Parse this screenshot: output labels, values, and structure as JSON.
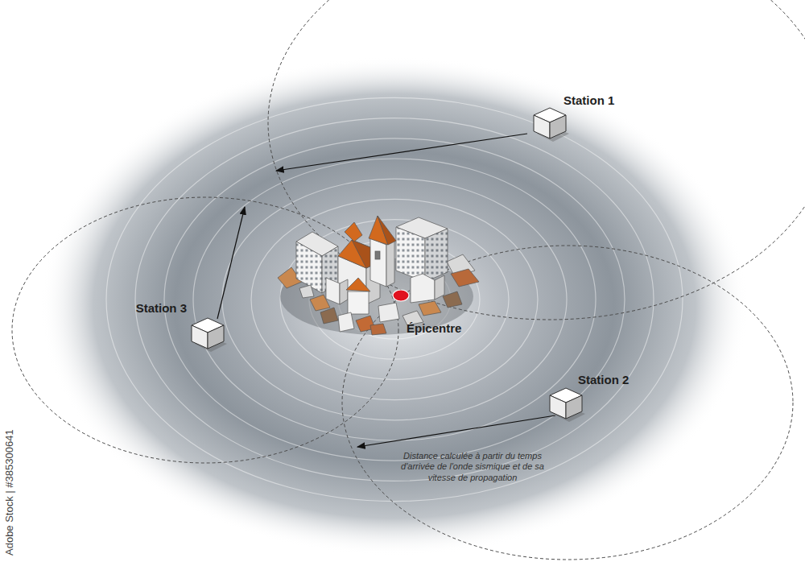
{
  "diagram": {
    "nodes": [
      {
        "text": [
          "Station 1"
        ]
      },
      {
        "text": [
          "Station 3"
        ]
      },
      {
        "text": [
          "Épicentre"
        ]
      },
      {
        "text": [
          "Station 2"
        ]
      }
    ],
    "labels": [
      "Distance calculée à partir du temps d'arrivée de l'onde sismique et de sa vitesse de propagation",
      "Adobe Stock | #385300641"
    ]
  }
}
